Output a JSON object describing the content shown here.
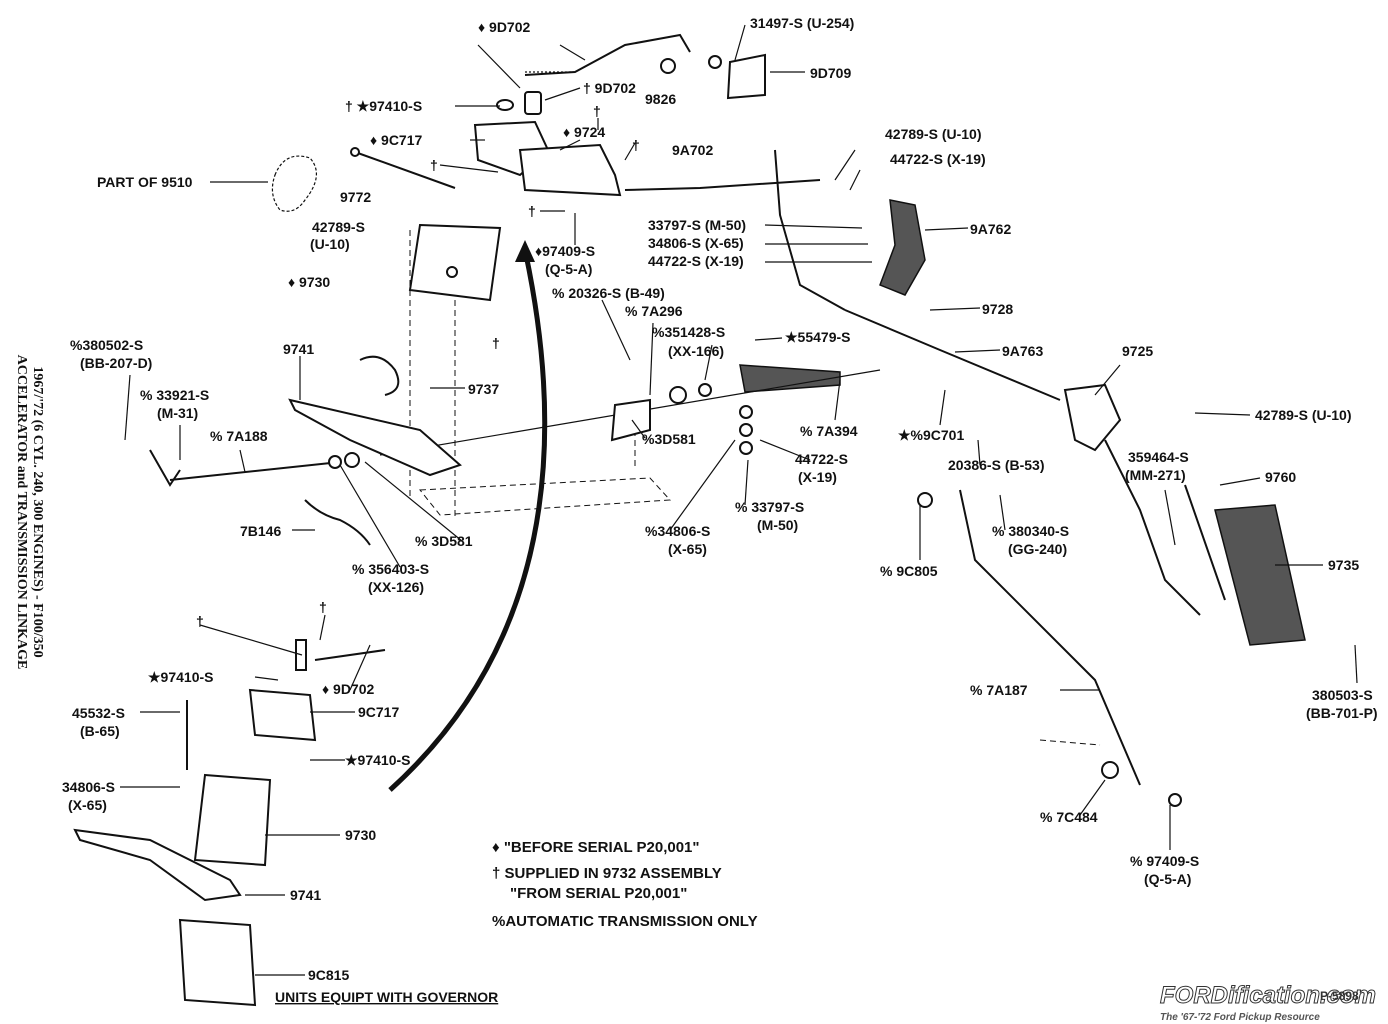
{
  "title_lines": [
    "ACCELERATOR and TRANSMISSION LINKAGE",
    "1967/'72 (6 CYL. 240, 300 ENGINES) - F100/350"
  ],
  "labels": {
    "l_9d702_top": "♦ 9D702",
    "l_31497": "31497-S (U-254)",
    "l_9d709": "9D709",
    "l_9d702_dag": "† 9D702",
    "l_9826": "9826",
    "l_97410_top": "† ★97410-S",
    "l_dag_a": "†",
    "l_9c717_top": "♦ 9C717",
    "l_9724": "♦ 9724",
    "l_dag_b": "†",
    "l_dag_c": "†",
    "l_part9510": "PART OF 9510",
    "l_9772": "9772",
    "l_dag_d": "†",
    "l_42789_top_a": "42789-S",
    "l_42789_top_b": "(U-10)",
    "l_97409_mid_a": "♦97409-S",
    "l_97409_mid_b": "(Q-5-A)",
    "l_9730_top": "♦ 9730",
    "l_dag_e": "†",
    "l_9a702": "9A702",
    "l_42789_u10": "42789-S (U-10)",
    "l_44722_x19_a": "44722-S (X-19)",
    "l_33797_m50_a": "33797-S (M-50)",
    "l_34806_x65_a": "34806-S (X-65)",
    "l_44722_x19_b": "44722-S (X-19)",
    "l_9a762": "9A762",
    "l_9728": "9728",
    "l_20326_a": "% 20326-S (B-49)",
    "l_7a296": "% 7A296",
    "l_351428_a": "%351428-S",
    "l_351428_b": "(XX-166)",
    "l_55479": "★55479-S",
    "l_9a763": "9A763",
    "l_9725": "9725",
    "l_380502_a": "%380502-S",
    "l_380502_b": "(BB-207-D)",
    "l_9741_top": "9741",
    "l_9737": "9737",
    "l_33921_a": "% 33921-S",
    "l_33921_b": "(M-31)",
    "l_7a188": "% 7A188",
    "l_3d581_mid": "%3D581",
    "l_7a394": "% 7A394",
    "l_9c701": "★%9C701",
    "l_44722_mid_a": "44722-S",
    "l_44722_mid_b": "(X-19)",
    "l_42789_right": "42789-S (U-10)",
    "l_359464_a": "359464-S",
    "l_359464_b": "(MM-271)",
    "l_9760": "9760",
    "l_20386": "20386-S (B-53)",
    "l_7b146": "7B146",
    "l_3d581_low": "% 3D581",
    "l_33797_mid_a": "% 33797-S",
    "l_33797_mid_b": "(M-50)",
    "l_34806_mid_a": "%34806-S",
    "l_34806_mid_b": "(X-65)",
    "l_356403_a": "% 356403-S",
    "l_356403_b": "(XX-126)",
    "l_9c805": "% 9C805",
    "l_380340_a": "% 380340-S",
    "l_380340_b": "(GG-240)",
    "l_9735": "9735",
    "l_380503_a": "380503-S",
    "l_380503_b": "(BB-701-P)",
    "l_dag_f": "†",
    "l_dag_g": "†",
    "l_97410_low1": "★97410-S",
    "l_9d702_low": "♦ 9D702",
    "l_45532_a": "45532-S",
    "l_45532_b": "(B-65)",
    "l_9c717_low": "9C717",
    "l_97410_low2": "★97410-S",
    "l_34806_low_a": "34806-S",
    "l_34806_low_b": "(X-65)",
    "l_7a187": "% 7A187",
    "l_9730_low": "9730",
    "l_9741_low": "9741",
    "l_7c484": "% 7C484",
    "l_97409_low_a": "% 97409-S",
    "l_97409_low_b": "(Q-5-A)",
    "l_9c815": "9C815",
    "l_units_gov": "UNITS EQUIPT WITH GOVERNOR"
  },
  "legend": {
    "before_serial": "♦ \"BEFORE SERIAL P20,001\"",
    "supplied_line1": "† SUPPLIED IN 9732 ASSEMBLY",
    "supplied_line2": "\"FROM SERIAL P20,001\"",
    "auto_only": "%AUTOMATIC TRANSMISSION ONLY"
  },
  "watermark": {
    "brand": "FORDification.com",
    "tagline": "The '67-'72 Ford Pickup Resource",
    "code": "P-5898"
  }
}
